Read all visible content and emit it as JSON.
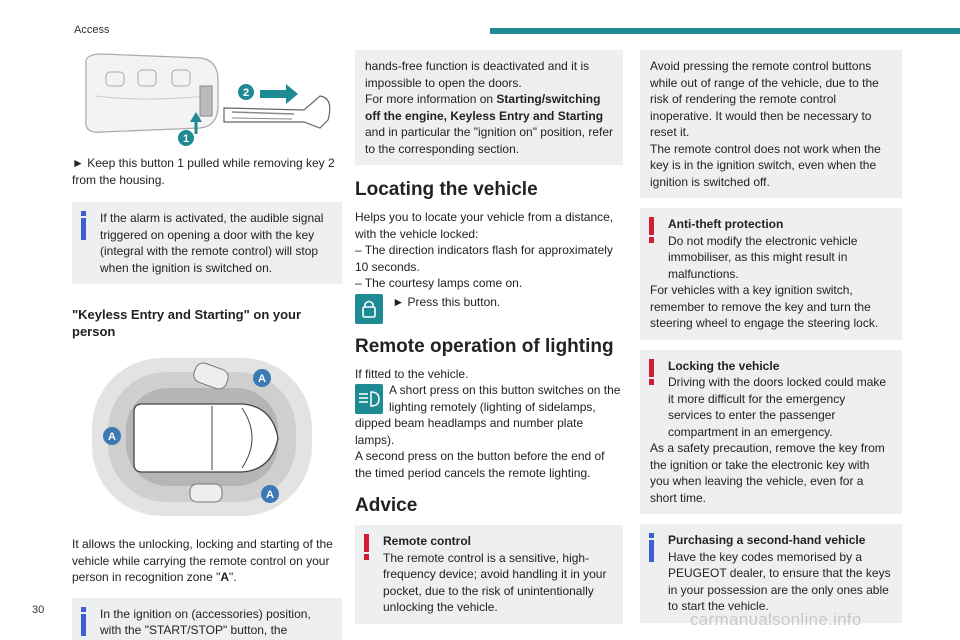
{
  "header": {
    "section": "Access"
  },
  "page_number": "30",
  "watermark": "carmanualsonline.info",
  "col1": {
    "fig1_labels": [
      "2",
      "1"
    ],
    "keep_button_text": "► Keep this button 1 pulled while removing key 2 from the housing.",
    "alarm_info": "If the alarm is activated, the audible signal triggered on opening a door with the key (integral with the remote control) will stop when the ignition is switched on.",
    "keyless_heading": "\"Keyless Entry and Starting\" on your person",
    "fig2_labels": [
      "A",
      "A",
      "A"
    ],
    "allows_text_1": "It allows the unlocking, locking and starting of the vehicle while carrying the remote control on your person in recognition zone \"",
    "allows_text_bold": "A",
    "allows_text_2": "\".",
    "ignition_info": "In the ignition on (accessories) position, with the \"START/STOP\" button, the"
  },
  "col2": {
    "cont_info_1": "hands-free function is deactivated and it is impossible to open the doors.",
    "cont_info_2": "For more information on ",
    "cont_info_bold": "Starting/switching off the engine, Keyless Entry and Starting",
    "cont_info_3": " and in particular the \"ignition on\" position, refer to the corresponding section.",
    "locating_heading": "Locating the vehicle",
    "locating_text": "Helps you to locate your vehicle from a distance, with the vehicle locked:",
    "locating_item_1": "– The direction indicators flash for approximately 10 seconds.",
    "locating_item_2": "– The courtesy lamps come on.",
    "press_button": "► Press this button.",
    "lighting_heading": "Remote operation of lighting",
    "if_fitted": "If fitted to the vehicle.",
    "short_press": "A short press on this button switches on the lighting remotely (lighting of sidelamps, dipped beam headlamps and number plate lamps).",
    "second_press": "A second press on the button before the end of the timed period cancels the remote lighting.",
    "advice_heading": "Advice",
    "remote_title": "Remote control",
    "remote_text": "The remote control is a sensitive, high-frequency device; avoid handling it in your pocket, due to the risk of unintentionally unlocking the vehicle."
  },
  "col3": {
    "avoid_1": "Avoid pressing the remote control buttons while out of range of the vehicle, due to the risk of rendering the remote control inoperative. It would then be necessary to reset it.",
    "avoid_2": "The remote control does not work when the key is in the ignition switch, even when the ignition is switched off.",
    "antitheft_title": "Anti-theft protection",
    "antitheft_1": "Do not modify the electronic vehicle immobiliser, as this might result in malfunctions.",
    "antitheft_2": "For vehicles with a key ignition switch, remember to remove the key and turn the steering wheel to engage the steering lock.",
    "locking_title": "Locking the vehicle",
    "locking_1": "Driving with the doors locked could make it more difficult for the emergency services to enter the passenger compartment in an emergency.",
    "locking_2": "As a safety precaution, remove the key from the ignition or take the electronic key with you when leaving the vehicle, even for a short time.",
    "purchasing_title": "Purchasing a second-hand vehicle",
    "purchasing_text": "Have the key codes memorised by a PEUGEOT dealer, to ensure that the keys in your possession are the only ones able to start the vehicle."
  },
  "colors": {
    "accent": "#1e8a93",
    "info": "#3b5fd0",
    "warning": "#d21d34",
    "box": "#eeeff0"
  }
}
